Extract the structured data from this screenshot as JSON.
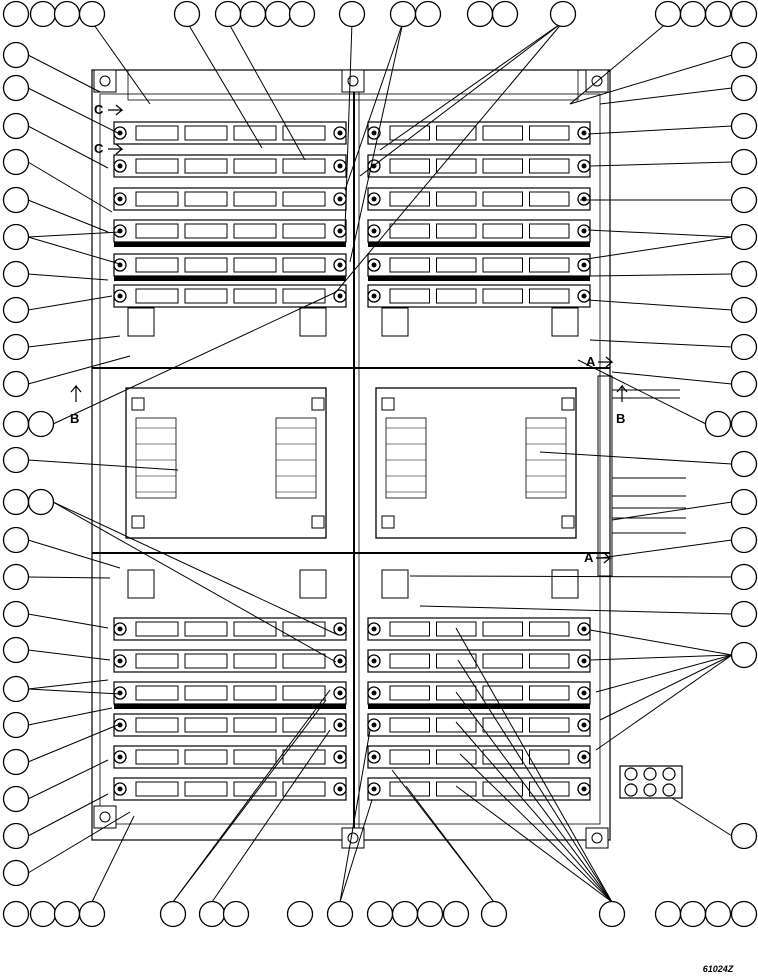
{
  "diagram": {
    "section_labels": [
      {
        "id": "c-top",
        "text": "C"
      },
      {
        "id": "c-bottom",
        "text": "C"
      },
      {
        "id": "b-left",
        "text": "B"
      },
      {
        "id": "b-right",
        "text": "B"
      },
      {
        "id": "a-top",
        "text": "A"
      },
      {
        "id": "a-bottom",
        "text": "A"
      }
    ],
    "figure_number": "61024Z"
  },
  "colors": {
    "ink": "#000000",
    "paper": "#ffffff",
    "shade": "#d8d8d8"
  }
}
